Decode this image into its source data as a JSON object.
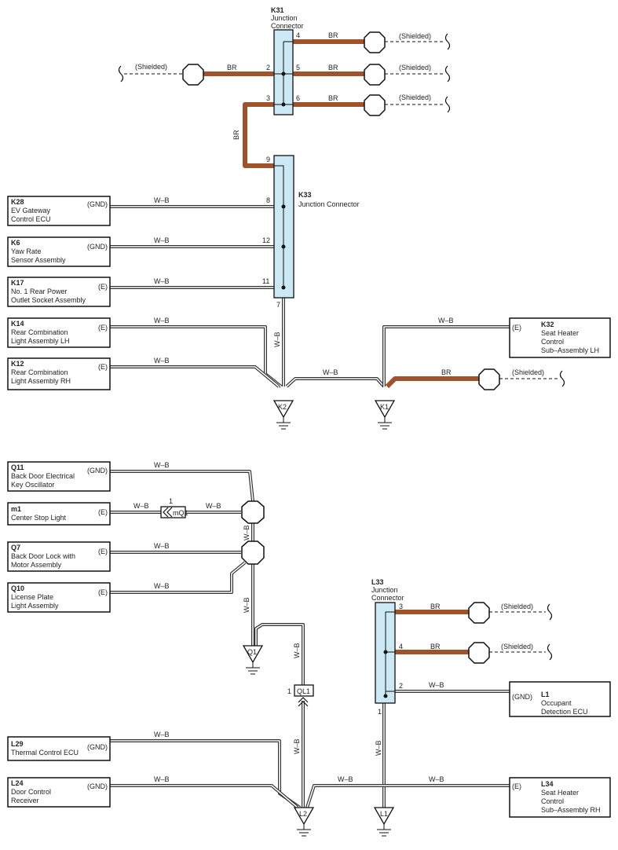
{
  "wire_labels": {
    "br": "BR",
    "wb": "W–B",
    "shielded": "(Shielded)"
  },
  "grounds": {
    "k2": "K2",
    "k1": "K1",
    "q1": "Q1",
    "l2": "L2",
    "l1": "L1"
  },
  "connectors": {
    "mq1": "mQ1",
    "ql1": "QL1",
    "mq1_pin": "1",
    "ql1_pin": "1"
  },
  "junctions": {
    "k31": {
      "code": "K31",
      "name": [
        "Junction",
        "Connector"
      ],
      "pins": [
        "4",
        "2",
        "5",
        "3",
        "6"
      ]
    },
    "k33": {
      "code": "K33",
      "name": [
        "Junction Connector"
      ],
      "pins": [
        "9",
        "8",
        "12",
        "11",
        "7"
      ]
    },
    "l33": {
      "code": "L33",
      "name": [
        "Junction",
        "Connector"
      ],
      "pins": [
        "3",
        "4",
        "2",
        "1"
      ]
    }
  },
  "components": {
    "k28": {
      "code": "K28",
      "lines": [
        "EV Gateway",
        "Control ECU"
      ],
      "term": "(GND)"
    },
    "k6": {
      "code": "K6",
      "lines": [
        "Yaw Rate",
        "Sensor Assembly"
      ],
      "term": "(GND)"
    },
    "k17": {
      "code": "K17",
      "lines": [
        "No. 1 Rear Power",
        "Outlet Socket Assembly"
      ],
      "term": "(E)"
    },
    "k14": {
      "code": "K14",
      "lines": [
        "Rear Combination",
        "Light Assembly LH"
      ],
      "term": "(E)"
    },
    "k12": {
      "code": "K12",
      "lines": [
        "Rear Combination",
        "Light Assembly RH"
      ],
      "term": "(E)"
    },
    "k32": {
      "code": "K32",
      "lines": [
        "Seat Heater",
        "Control",
        "Sub–Assembly LH"
      ],
      "term": "(E)"
    },
    "q11": {
      "code": "Q11",
      "lines": [
        "Back Door Electrical",
        "Key Oscillator"
      ],
      "term": "(GND)"
    },
    "m1": {
      "code": "m1",
      "lines": [
        "Center Stop Light"
      ],
      "term": "(E)"
    },
    "q7": {
      "code": "Q7",
      "lines": [
        "Back Door Lock with",
        "Motor Assembly"
      ],
      "term": "(E)"
    },
    "q10": {
      "code": "Q10",
      "lines": [
        "License Plate",
        "Light Assembly"
      ],
      "term": "(E)"
    },
    "l1": {
      "code": "L1",
      "lines": [
        "Occupant",
        "Detection ECU"
      ],
      "term": "(GND)"
    },
    "l29": {
      "code": "L29",
      "lines": [
        "Thermal Control ECU"
      ],
      "term": "(GND)"
    },
    "l24": {
      "code": "L24",
      "lines": [
        "Door Control",
        "Receiver"
      ],
      "term": "(GND)"
    },
    "l34": {
      "code": "L34",
      "lines": [
        "Seat Heater",
        "Control",
        "Sub–Assembly RH"
      ],
      "term": "(E)"
    }
  }
}
